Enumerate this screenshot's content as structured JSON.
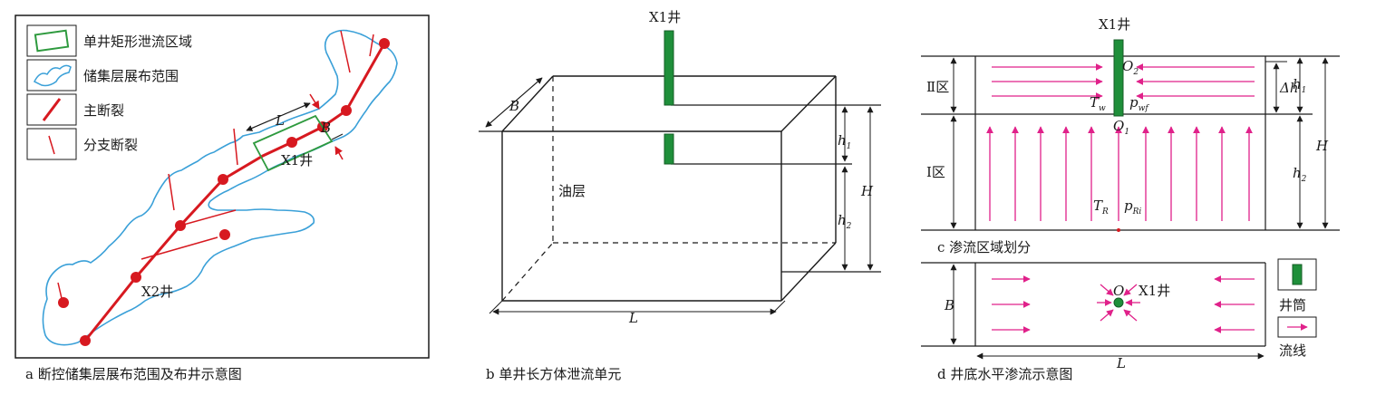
{
  "panel_a": {
    "caption": "a 断控储集层展布范围及布井示意图",
    "legend": [
      {
        "label": "单井矩形泄流区域",
        "icon": "green-rect-icon"
      },
      {
        "label": "储集层展布范围",
        "icon": "blue-outline-icon"
      },
      {
        "label": "主断裂",
        "icon": "main-fault-icon"
      },
      {
        "label": "分支断裂",
        "icon": "branch-fault-icon"
      }
    ],
    "well_x1": "X1井",
    "well_x2": "X2井",
    "dim_L": "L",
    "dim_B": "B",
    "colors": {
      "fault": "#d71920",
      "reservoir": "#3aa0d8",
      "drain": "#2e9a3e"
    }
  },
  "panel_b": {
    "caption": "b 单井长方体泄流单元",
    "well": "X1井",
    "oil_layer": "油层",
    "dim_B": "B",
    "dim_L": "L",
    "dim_H": "H",
    "dim_h1": "h",
    "dim_h1_sub": "1",
    "dim_h2": "h",
    "dim_h2_sub": "2",
    "colors": {
      "wellbore": "#1f8f3a"
    }
  },
  "panel_c": {
    "caption": "c 渗流区域划分",
    "well": "X1井",
    "zone2": "Ⅱ区",
    "zone1": "Ⅰ区",
    "O2": "O",
    "O2_sub": "2",
    "O1": "O",
    "O1_sub": "1",
    "Tw": "T",
    "Tw_sub": "w",
    "pwf": "p",
    "pwf_sub": "wf",
    "TR": "T",
    "TR_sub": "R",
    "pRi": "p",
    "pRi_sub": "Ri",
    "dh": "Δh",
    "h1": "h",
    "h1_sub": "1",
    "h2": "h",
    "h2_sub": "2",
    "H": "H",
    "colors": {
      "flow": "#e0218a"
    }
  },
  "panel_d": {
    "caption": "d 井底水平渗流示意图",
    "well": "X1井",
    "O": "O",
    "B": "B",
    "L": "L",
    "legend_wellbore": "井筒",
    "legend_streamline": "流线"
  }
}
